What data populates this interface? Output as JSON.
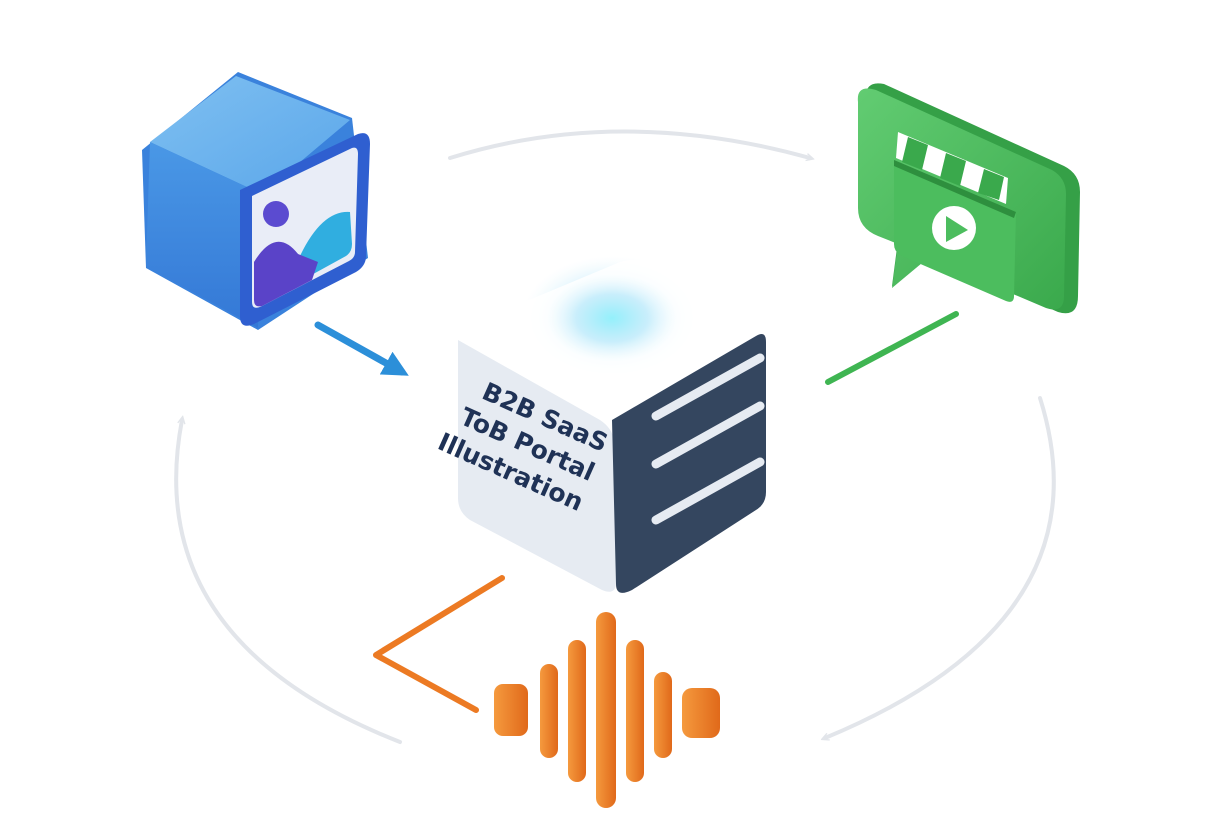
{
  "hub": {
    "label_lines": [
      "B2B SaaS",
      "ToB Portal",
      "Illustration"
    ]
  },
  "nodes": [
    {
      "id": "image",
      "icon": "image-icon",
      "color": "#3f8ae0"
    },
    {
      "id": "video",
      "icon": "video-clapper-icon",
      "color": "#3fb552"
    },
    {
      "id": "audio",
      "icon": "audio-waveform-icon",
      "color": "#ec7a23"
    }
  ],
  "colors": {
    "cycle_arrow": "#e2e5ea",
    "image_link": "#2c8fd9",
    "video_link": "#3fb552",
    "audio_link": "#ec7a23",
    "hub_top": "#ffffff",
    "hub_front": "#e6ebf2",
    "hub_side": "#34465f",
    "hub_glow": "#7fe4f6"
  }
}
